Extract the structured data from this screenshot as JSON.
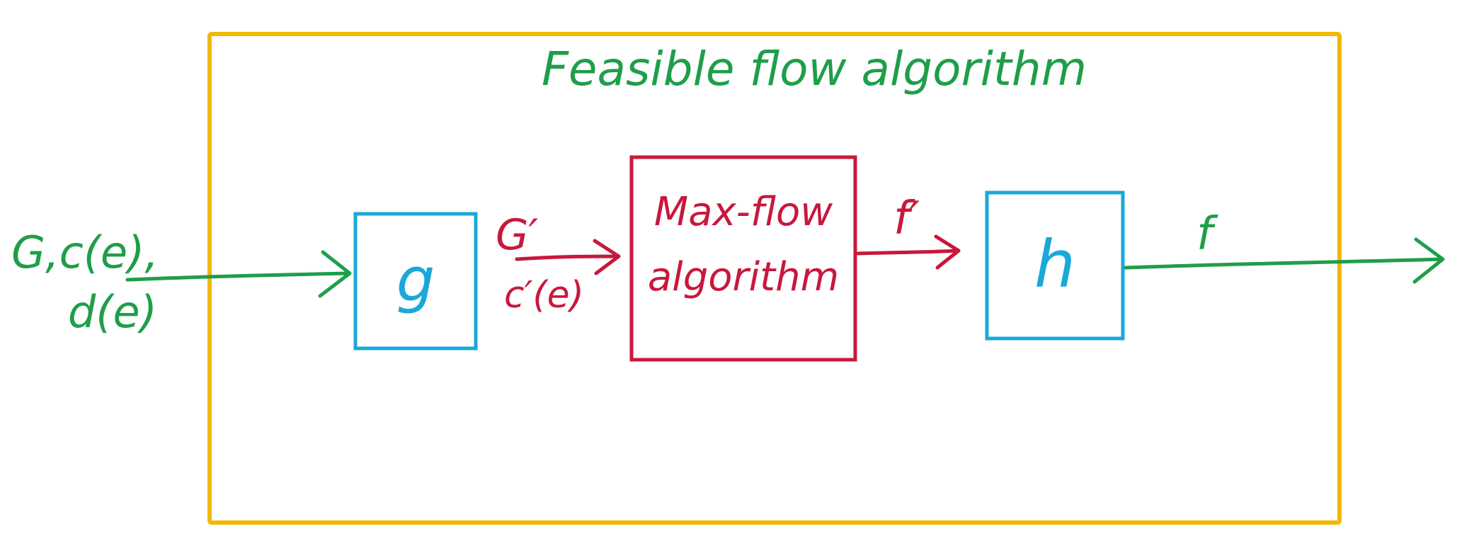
{
  "title": "Feasible flow algorithm",
  "input": {
    "line1": "G,c(e),",
    "line2": "d(e)"
  },
  "box_g": {
    "label": "g"
  },
  "mid_input": {
    "top": "G′",
    "bottom": "c′(e)"
  },
  "max_flow": {
    "line1": "Max-flow",
    "line2": "algorithm"
  },
  "mid_output": {
    "label": "f′"
  },
  "box_h": {
    "label": "h"
  },
  "output": {
    "label": "f"
  },
  "colors": {
    "frame": "#f2b800",
    "green": "#1f9e4a",
    "blue": "#1aa8d8",
    "red": "#c8183c"
  }
}
